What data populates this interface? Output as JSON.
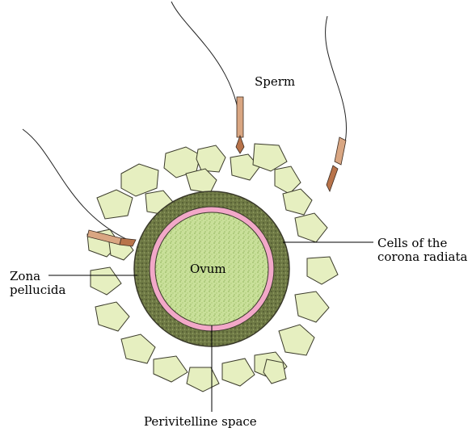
{
  "labels": {
    "sperm": "Sperm",
    "corona_line1": "Cells of the",
    "corona_line2": "corona radiata",
    "zona_line1": "Zona",
    "zona_line2": "pellucida",
    "ovum": "Ovum",
    "perivitelline": "Perivitelline space"
  },
  "colors": {
    "corona_cell_fill": "#e6efc0",
    "outline": "#3a3a2a",
    "zona_fill": "#6f7a45",
    "perivitelline_ring": "#f2a8c8",
    "ovum_fill": "#c9e09a",
    "sperm_head": "#b8734a"
  }
}
